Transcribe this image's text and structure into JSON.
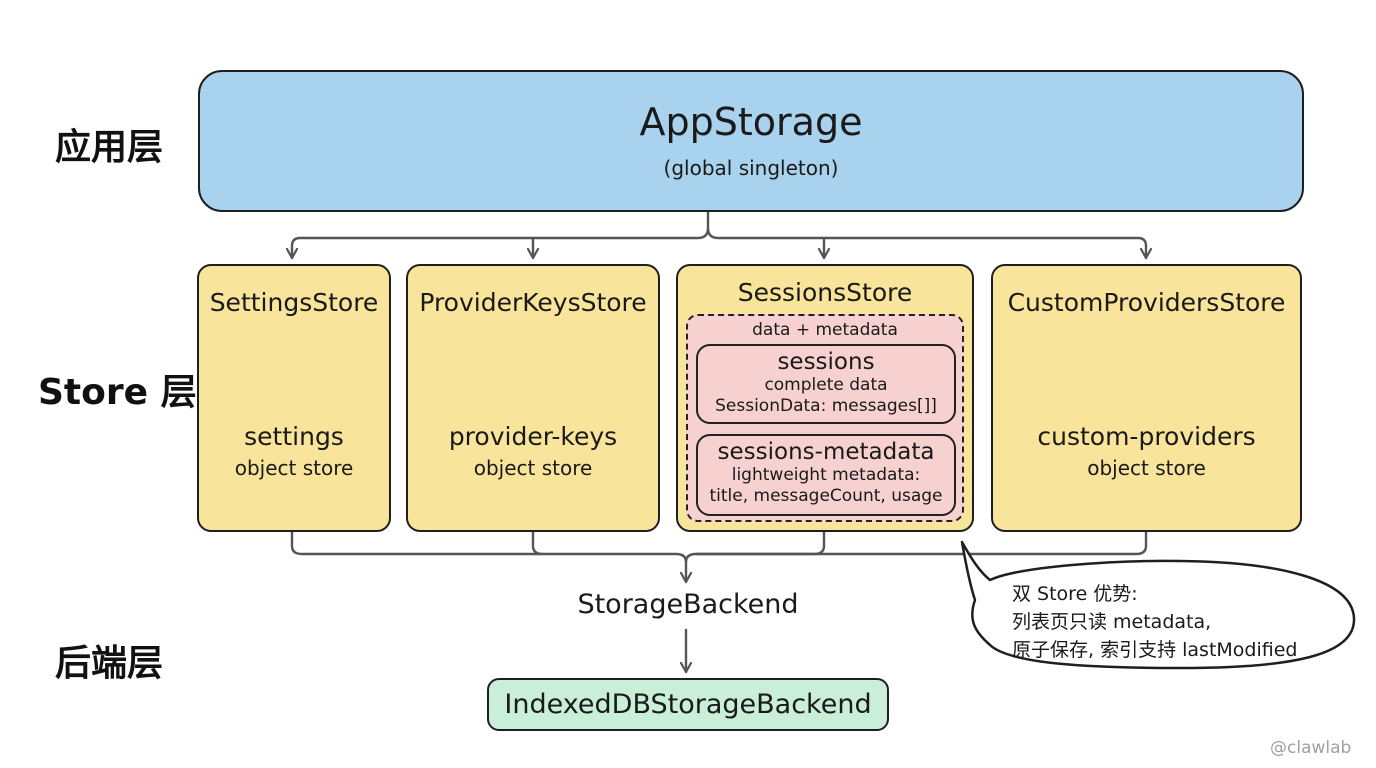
{
  "layers": {
    "app": "应用层",
    "store": "Store 层",
    "backend": "后端层"
  },
  "app_storage": {
    "title": "AppStorage",
    "subtitle": "(global singleton)"
  },
  "stores": {
    "settings": {
      "title": "SettingsStore",
      "name": "settings",
      "sub": "object store"
    },
    "provider_keys": {
      "title": "ProviderKeysStore",
      "name": "provider-keys",
      "sub": "object store"
    },
    "sessions": {
      "title": "SessionsStore",
      "group_label": "data + metadata",
      "sessions_box": {
        "title": "sessions",
        "line1": "complete data",
        "line2": "SessionData: messages[]]"
      },
      "metadata_box": {
        "title": "sessions-metadata",
        "line1": "lightweight metadata:",
        "line2": "title, messageCount, usage"
      }
    },
    "custom_providers": {
      "title": "CustomProvidersStore",
      "name": "custom-providers",
      "sub": "object store"
    }
  },
  "storage_backend": "StorageBackend",
  "indexeddb_backend": "IndexedDBStorageBackend",
  "note": {
    "line1": "双 Store 优势:",
    "line2": "列表页只读 metadata,",
    "line3": "原子保存, 索引支持 lastModified"
  },
  "watermark": "@clawlab",
  "colors": {
    "app_fill": "#a9d2ee",
    "store_fill": "#f8e49a",
    "session_inner_fill": "#f6d1cf",
    "idb_fill": "#c9efd9",
    "outline": "#1f1f1f",
    "connector": "#555555"
  }
}
